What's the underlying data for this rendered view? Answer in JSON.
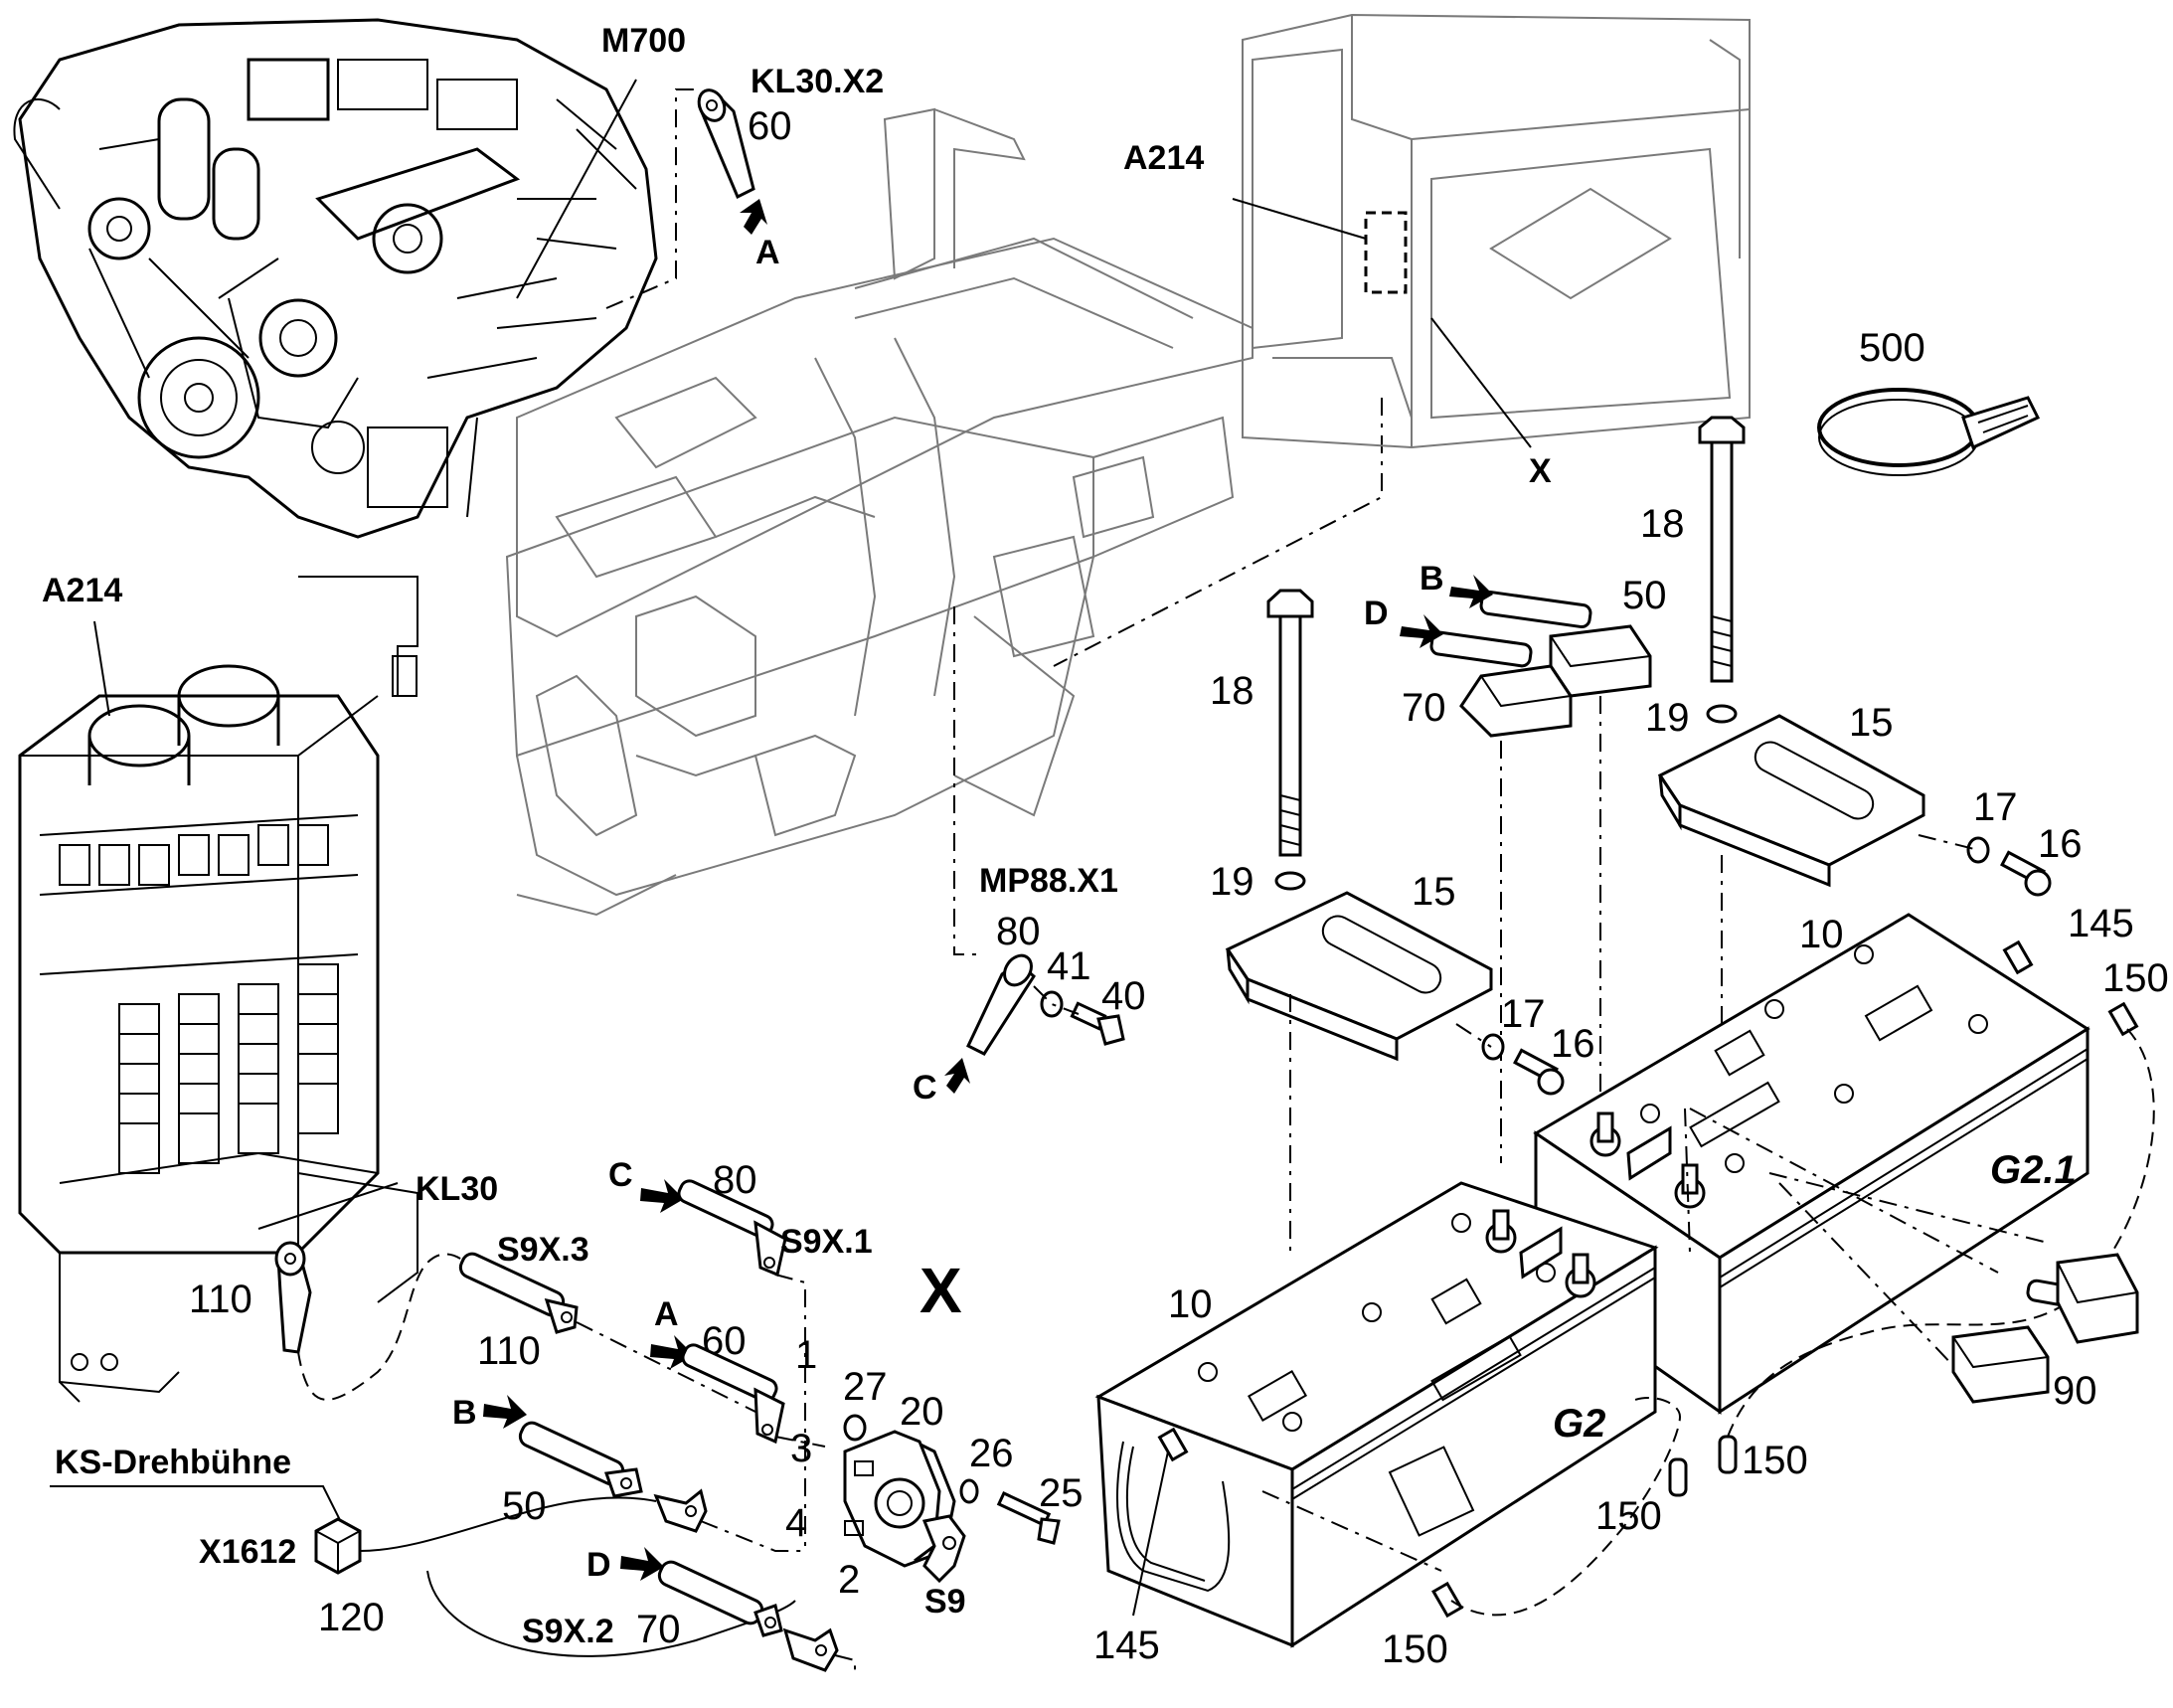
{
  "labels": {
    "m700": "M700",
    "kl30x2": "KL30.X2",
    "n60_top": "60",
    "arrow_a_top": "A",
    "a214_top": "A214",
    "x_top": "X",
    "n500": "500",
    "n18_right": "18",
    "b_top": "B",
    "n50_top": "50",
    "d_top": "D",
    "n70_top": "70",
    "n19_right": "19",
    "n15_right": "15",
    "n17_right": "17",
    "n16_right": "16",
    "a214_left": "A214",
    "n18_mid": "18",
    "n19_mid": "19",
    "n15_mid": "15",
    "mp88x1": "MP88.X1",
    "n80_mid": "80",
    "n41": "41",
    "n40": "40",
    "c_mid": "C",
    "n17_mid": "17",
    "n16_mid": "16",
    "n10_right": "10",
    "n145_right": "145",
    "n150_right": "150",
    "g21": "G2.1",
    "kl30": "KL30",
    "c_low": "C",
    "n80_low": "80",
    "s9x1": "S9X.1",
    "s9x3": "S9X.3",
    "n110_left": "110",
    "n110_mid": "110",
    "x_big": "X",
    "a_low": "A",
    "n60_low": "60",
    "w1": "1",
    "n27": "27",
    "n20": "20",
    "b_low": "B",
    "w3": "3",
    "n26": "26",
    "n25": "25",
    "n50_low": "50",
    "w4": "4",
    "ks": "KS-Drehbühne",
    "x1612": "X1612",
    "d_low": "D",
    "w2": "2",
    "s9": "S9",
    "n120": "120",
    "s9x2": "S9X.2",
    "n70_low": "70",
    "n10_left": "10",
    "g2": "G2",
    "n145_left": "145",
    "n150_bottom": "150",
    "n150_mid": "150",
    "n150_far": "150",
    "n90": "90"
  }
}
